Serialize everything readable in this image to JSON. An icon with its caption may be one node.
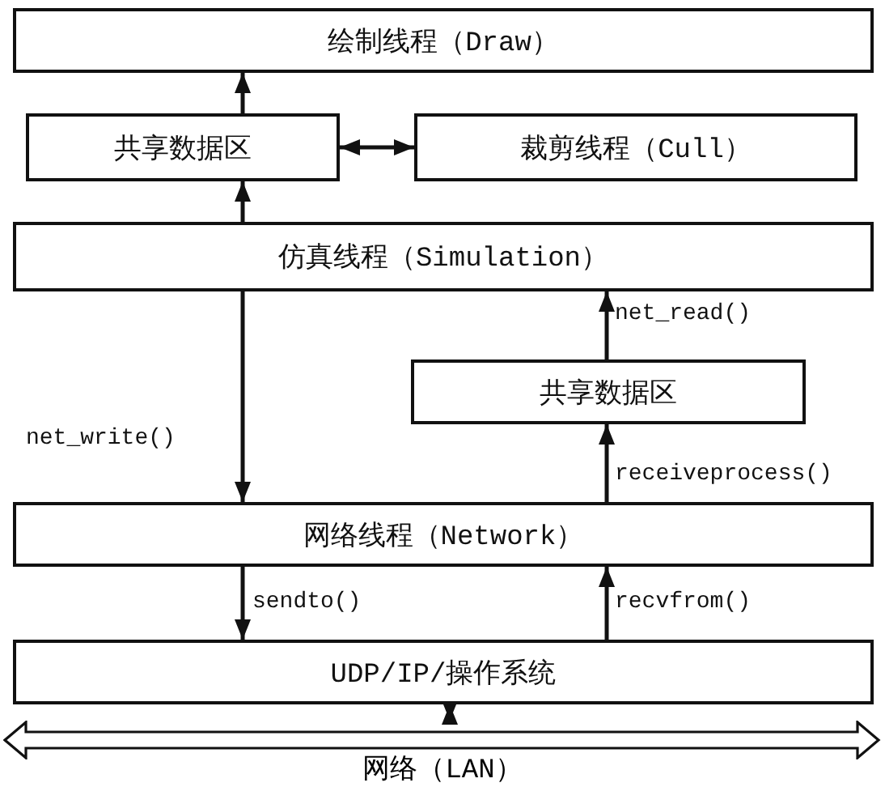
{
  "diagram": {
    "nodes": [
      {
        "text": [
          "绘制线程（Draw）"
        ]
      },
      {
        "text": [
          "共享数据区"
        ]
      },
      {
        "text": [
          "裁剪线程（Cull）"
        ]
      },
      {
        "text": [
          "仿真线程（Simulation）"
        ]
      },
      {
        "text": [
          "共享数据区"
        ]
      },
      {
        "text": [
          "网络线程（Network）"
        ]
      },
      {
        "text": [
          "UDP/IP/操作系统"
        ]
      },
      {
        "text": [
          "网络（LAN）"
        ]
      }
    ],
    "edges": [
      {
        "from": 1,
        "to": 0,
        "arrow": "to"
      },
      {
        "from": 1,
        "to": 2,
        "arrow": "both"
      },
      {
        "from": 3,
        "to": 1,
        "arrow": "to"
      },
      {
        "from": 3,
        "to": 5,
        "arrow": "to",
        "label": "net_write()"
      },
      {
        "from": 4,
        "to": 3,
        "arrow": "to",
        "label": "net_read()"
      },
      {
        "from": 5,
        "to": 4,
        "arrow": "to",
        "label": "receiveprocess()"
      },
      {
        "from": 5,
        "to": 6,
        "arrow": "to",
        "label": "sendto()"
      },
      {
        "from": 6,
        "to": 5,
        "arrow": "to",
        "label": "recvfrom()"
      },
      {
        "from": 6,
        "to": 7,
        "arrow": "both"
      }
    ]
  }
}
